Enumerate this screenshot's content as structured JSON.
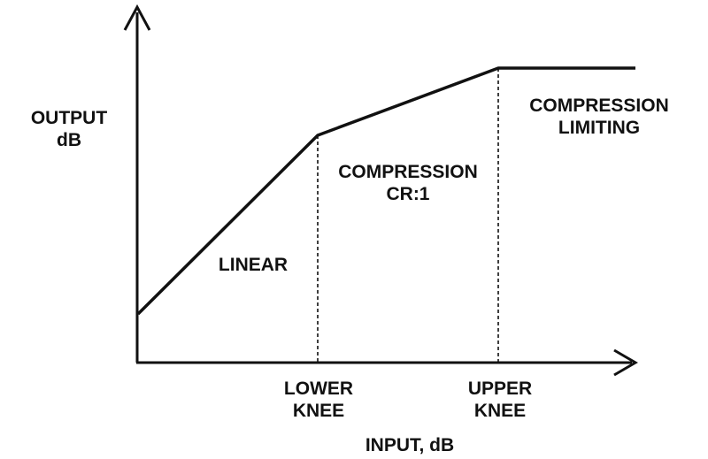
{
  "colors": {
    "background": "#ffffff",
    "ink": "#111111"
  },
  "axes": {
    "y_label_line1": "OUTPUT",
    "y_label_line2": "dB",
    "x_label": "INPUT, dB"
  },
  "knees": {
    "lower_line1": "LOWER",
    "lower_line2": "KNEE",
    "upper_line1": "UPPER",
    "upper_line2": "KNEE"
  },
  "regions": {
    "linear": "LINEAR",
    "compression_line1": "COMPRESSION",
    "compression_line2": "CR:1",
    "limiting_line1": "COMPRESSION",
    "limiting_line2": "LIMITING"
  }
}
